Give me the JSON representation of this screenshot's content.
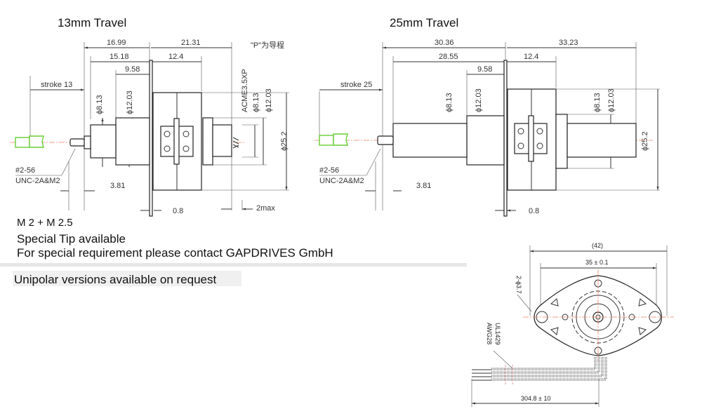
{
  "drawing_13mm": {
    "title": "13mm Travel",
    "note_p": "\"P\"为导程",
    "dims": {
      "d1699": "16.99",
      "d2131": "21.31",
      "d1518": "15.18",
      "d124": "12.4",
      "d958": "9.58",
      "stroke": "stroke 13",
      "phi813": "ϕ8.13",
      "phi1203": "ϕ12.03",
      "acme": "ACME3.5XP",
      "phi813r": "ϕ8.13",
      "phi1203r": "ϕ12.03",
      "phi252": "ϕ25.2",
      "thread1": "#2-56",
      "thread2": "UNC-2A&M2",
      "d381": "3.81",
      "d08": "0.8",
      "d2max": "2max"
    }
  },
  "drawing_25mm": {
    "title": "25mm Travel",
    "dims": {
      "d3036": "30.36",
      "d3323": "33.23",
      "d2855": "28.55",
      "d124": "12.4",
      "d958": "9.58",
      "stroke": "stroke 25",
      "phi813": "ϕ8.13",
      "phi1203": "ϕ12.03",
      "phi813r": "ϕ8.13",
      "phi1203r": "ϕ12.03",
      "phi252": "ϕ25.2",
      "thread1": "#2-56",
      "thread2": "UNC-2A&M2",
      "d381": "3.81",
      "d08": "0.8"
    }
  },
  "front_view": {
    "d42": "(42)",
    "d35": "35 ± 0.1",
    "holes": "2-ϕ3.7",
    "wire1": "UL1429",
    "wire2": "AWG28",
    "cable": "304.8 ± 10"
  },
  "notes": {
    "thread_sizes": "M 2 + M 2.5",
    "special_tip": "Special Tip available",
    "contact": "For special requirement please contact GAPDRIVES GmbH",
    "unipolar": "Unipolar versions available on request"
  },
  "colors": {
    "centerline": "#f08060",
    "tip": "#66cc33"
  }
}
